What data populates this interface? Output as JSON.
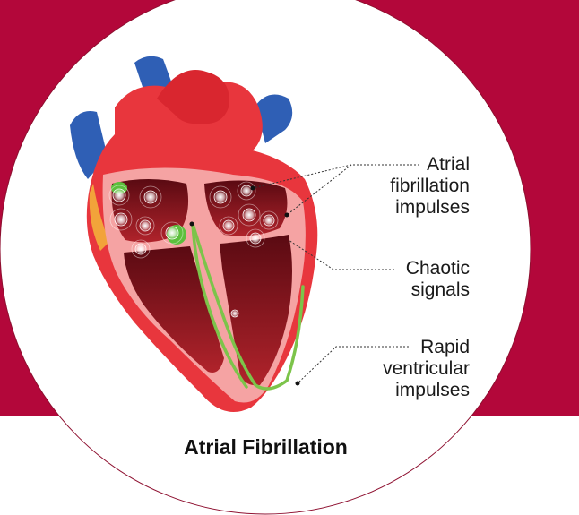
{
  "colors": {
    "background_band": "#b3073a",
    "circle": "#ffffff",
    "circle_border": "#8e1030",
    "heart_red": "#e8363d",
    "heart_dark": "#6f0c16",
    "heart_pink": "#f5a3a3",
    "vein_blue": "#2f5fb5",
    "conduction_green": "#7cc44a"
  },
  "labels": {
    "atrial_impulses": [
      "Atrial",
      "fibrillation",
      "impulses"
    ],
    "chaotic_signals": [
      "Chaotic",
      "signals"
    ],
    "rapid_ventricular": [
      "Rapid",
      "ventricular",
      "impulses"
    ]
  },
  "caption": "Atrial Fibrillation"
}
